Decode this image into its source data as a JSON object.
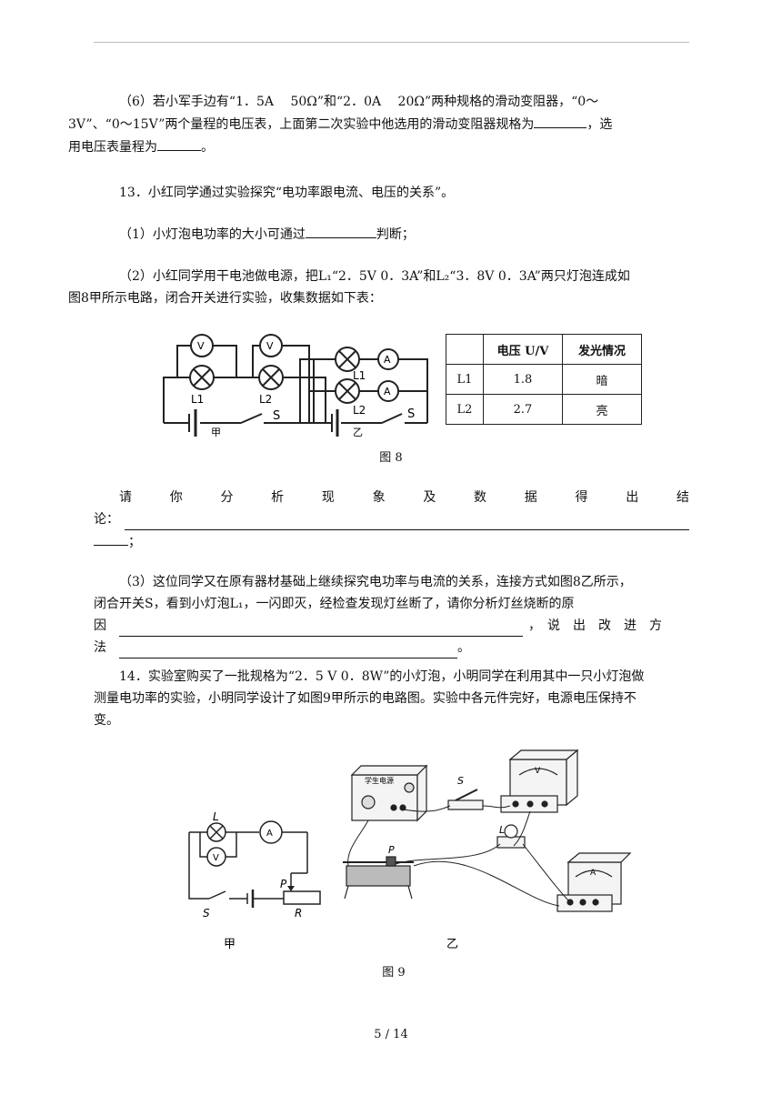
{
  "q12_6": {
    "line1": "（6）若小军手边有“1．5A　 50Ω”和“2．0A　 20Ω”两种规格的滑动变阻器，“0～",
    "line2a": "3V”、“0～15V”两个量程的电压表，上面第二次实验中他选用的滑动变阻器规格为",
    "line2b": "，选",
    "line3a": "用电压表量程为",
    "line3b": "。"
  },
  "q13": {
    "intro": "13．小红同学通过实验探究“电功率跟电流、电压的关系”。",
    "p1a": "（1）小灯泡电功率的大小可通过",
    "p1b": "判断；",
    "p2line1": "（2）小红同学用干电池做电源，把L₁“2．5V 0．3A”和L₂“3．8V 0．3A”两只灯泡连成如",
    "p2line2": "图8甲所示电路，闭合开关进行实验，收集数据如下表：",
    "fig8_caption": "图 8",
    "conclusion_chars": [
      "请",
      "你",
      "分",
      "析",
      "现",
      "象",
      "及",
      "数",
      "据",
      "得",
      "出",
      "结"
    ],
    "conclusion_label": "论：",
    "conclusion_end": "；",
    "p3line1": "（3）这位同学又在原有器材基础上继续探究电功率与电流的关系，连接方式如图8乙所示，",
    "p3line2": "闭合开关S，看到小灯泡L₁，一闪即灭，经检查发现灯丝断了，请你分析灯丝烧断的原",
    "p3line3a": "因",
    "p3line3b": "，　说　出　改　进　方",
    "p3line4a": "法",
    "p3line4b": "。"
  },
  "table8": {
    "headers": [
      "",
      "电压 U/V",
      "发光情况"
    ],
    "rows": [
      [
        "L1",
        "1.8",
        "暗"
      ],
      [
        "L2",
        "2.7",
        "亮"
      ]
    ]
  },
  "fig8_labels": {
    "jia": "甲",
    "yi": "乙",
    "S": "S",
    "V": "V",
    "A": "A",
    "L1": "L1",
    "L2": "L2"
  },
  "q14": {
    "line1": "14．实验室购买了一批规格为“2．5 V 0．8W”的小灯泡，小明同学在利用其中一只小灯泡做",
    "line2": "测量电功率的实验，小明同学设计了如图9甲所示的电路图。实验中各元件完好，电源电压保持不",
    "line3": "变。",
    "fig9_caption": "图 9"
  },
  "fig9_labels": {
    "jia": "甲",
    "yi": "乙",
    "L": "L",
    "V": "V",
    "A": "A",
    "S": "S",
    "P": "P",
    "R": "R",
    "supply": "学生电源",
    "S2": "S",
    "L2": "L",
    "P2": "P"
  },
  "page_number": "5 / 14"
}
